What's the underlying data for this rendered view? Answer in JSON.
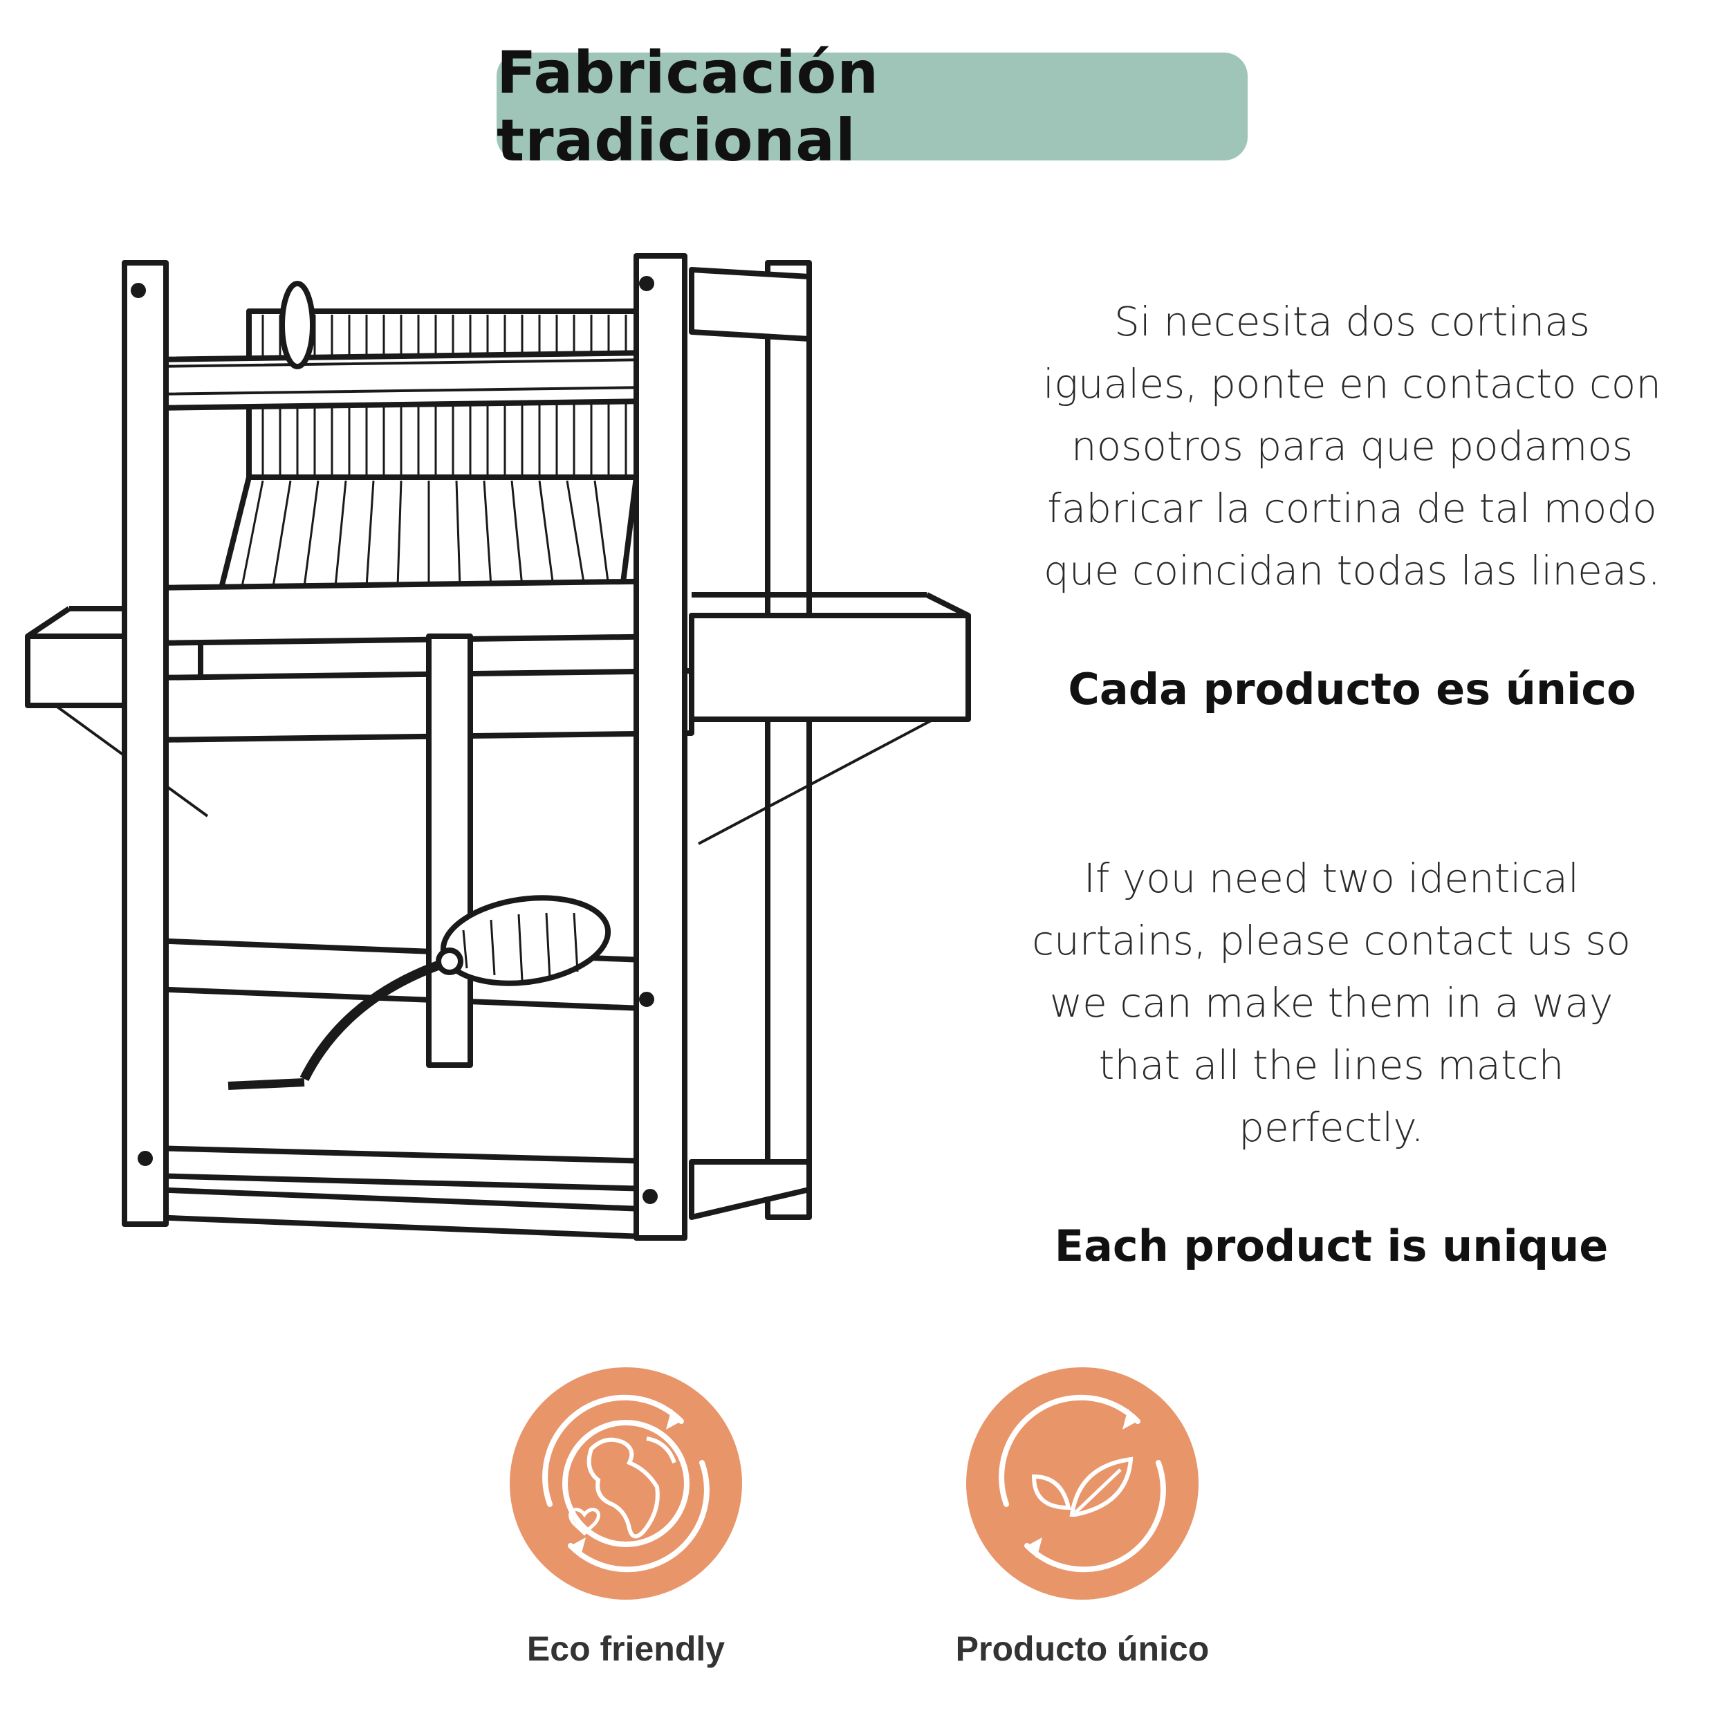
{
  "header": {
    "title": "Fabricación tradicional",
    "pill_color": "#9ec5b8"
  },
  "spanish": {
    "paragraph_lines": [
      "Si necesita dos cortinas",
      "iguales, ponte en contacto con",
      "nosotros para que podamos",
      "fabricar la cortina de tal modo",
      "que coincidan todas las lineas."
    ],
    "heading": "Cada producto es único"
  },
  "english": {
    "paragraph_lines": [
      "If you need two identical",
      "curtains, please contact us so",
      "we can make them in a way",
      "that all the lines match",
      "perfectly."
    ],
    "heading": "Each product is unique"
  },
  "badges": [
    {
      "label": "Eco friendly",
      "icon": "globe-heart-icon"
    },
    {
      "label": "Producto único",
      "icon": "leaf-icon"
    }
  ],
  "colors": {
    "badge_orange": "#e8956a",
    "badge_dark": "#d7834f",
    "ink": "#1a1a1a"
  }
}
